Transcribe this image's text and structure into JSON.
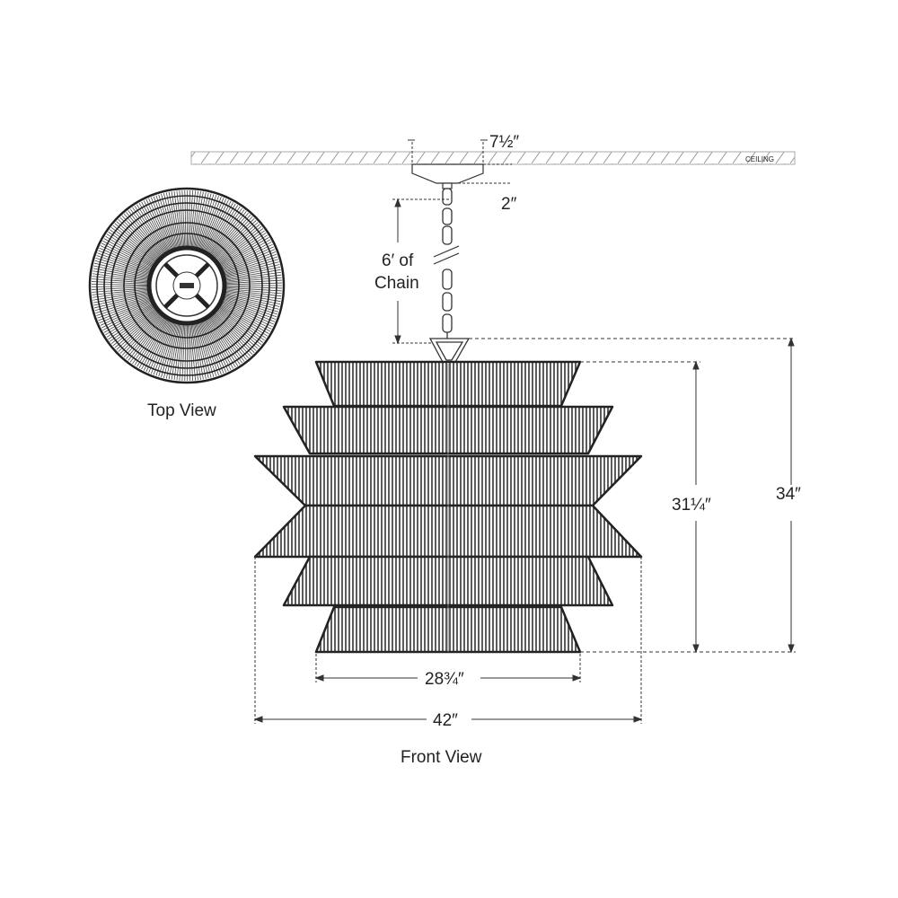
{
  "labels": {
    "ceiling": "CEILING",
    "canopy_width": "7½″",
    "canopy_height": "2″",
    "chain_line1": "6′ of",
    "chain_line2": "Chain",
    "body_height": "31¼″",
    "overall_height": "34″",
    "bottom_width": "28¾″",
    "overall_width": "42″",
    "top_view": "Top View",
    "front_view": "Front View"
  },
  "colors": {
    "line": "#222222",
    "dim": "#333333",
    "hatch": "#888888"
  }
}
